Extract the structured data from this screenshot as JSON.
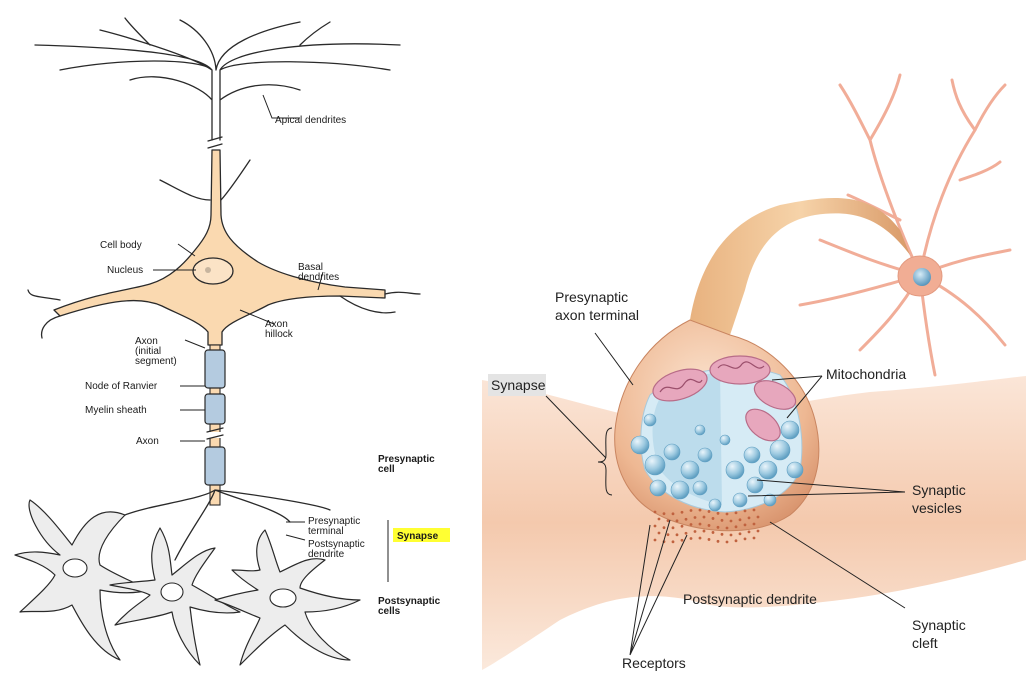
{
  "left_diagram": {
    "labels": {
      "apical_dendrites": "Apical dendrites",
      "cell_body": "Cell body",
      "nucleus": "Nucleus",
      "basal_dendrites_1": "Basal",
      "basal_dendrites_2": "dendrites",
      "axon_initial_1": "Axon",
      "axon_initial_2": "(initial",
      "axon_initial_3": "segment)",
      "axon_hillock_1": "Axon",
      "axon_hillock_2": "hillock",
      "node_of_ranvier": "Node of Ranvier",
      "myelin_sheath": "Myelin sheath",
      "axon": "Axon",
      "presynaptic_cell_1": "Presynaptic",
      "presynaptic_cell_2": "cell",
      "presynaptic_terminal_1": "Presynaptic",
      "presynaptic_terminal_2": "terminal",
      "postsynaptic_dendrite_1": "Postsynaptic",
      "postsynaptic_dendrite_2": "dendrite",
      "synapse": "Synapse",
      "postsynaptic_cells_1": "Postsynaptic",
      "postsynaptic_cells_2": "cells"
    },
    "colors": {
      "neuron_fill": "#fad9b0",
      "myelin_fill": "#b4cbe0",
      "postsynaptic_fill": "#ededed",
      "synapse_highlight": "#ffff33"
    }
  },
  "right_diagram": {
    "labels": {
      "presynaptic_axon_terminal_1": "Presynaptic",
      "presynaptic_axon_terminal_2": "axon terminal",
      "synapse": "Synapse",
      "mitochondria": "Mitochondria",
      "synaptic_vesicles_1": "Synaptic",
      "synaptic_vesicles_2": "vesicles",
      "postsynaptic_dendrite": "Postsynaptic dendrite",
      "synaptic_cleft_1": "Synaptic",
      "synaptic_cleft_2": "cleft",
      "receptors": "Receptors"
    },
    "colors": {
      "dendrite_fill": "#f7d3bd",
      "neuron_fill": "#f3b59c",
      "vesicle_fill": "#a9cfe3",
      "mitochondria_fill": "#e7a7bd",
      "synapse_label_bg": "#e4e4e4"
    }
  }
}
